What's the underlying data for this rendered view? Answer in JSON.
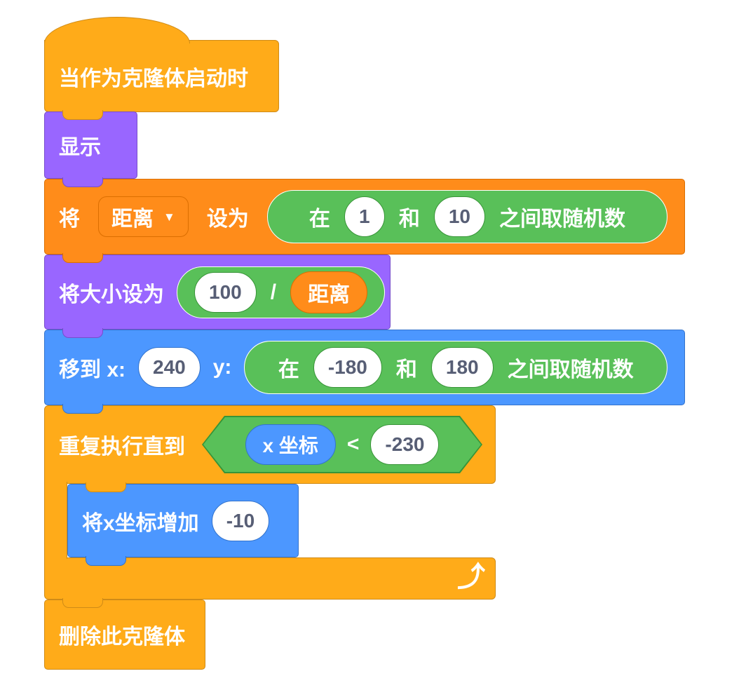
{
  "colors": {
    "control_fill": "#FFAB19",
    "control_stroke": "#CF8B17",
    "looks_fill": "#9966FF",
    "looks_stroke": "#774DCB",
    "variables_fill": "#FF8C1A",
    "variables_stroke": "#DB6E00",
    "motion_fill": "#4C97FF",
    "motion_stroke": "#3373CC",
    "operators_fill": "#59C059",
    "operators_stroke": "#389438",
    "input_text": "#575E75"
  },
  "hat": {
    "label": "当作为克隆体启动时"
  },
  "show": {
    "label": "显示"
  },
  "set_variable": {
    "word_set": "将",
    "dropdown_value": "距离",
    "dropdown_arrow": "▼",
    "word_to": "设为",
    "random": {
      "word_between": "在",
      "min": "1",
      "word_and": "和",
      "max": "10",
      "word_suffix": "之间取随机数"
    }
  },
  "set_size": {
    "label": "将大小设为",
    "numerator": "100",
    "divide": "/",
    "variable": "距离"
  },
  "go_to": {
    "label_move_x": "移到 x:",
    "x": "240",
    "label_y": "y:",
    "random": {
      "word_between": "在",
      "min": "-180",
      "word_and": "和",
      "max": "180",
      "word_suffix": "之间取随机数"
    }
  },
  "repeat_until": {
    "label": "重复执行直到",
    "reporter": "x 坐标",
    "operator": "<",
    "value": "-230",
    "loop_arrow": "⤴"
  },
  "change_x": {
    "label": "将x坐标增加",
    "value": "-10"
  },
  "delete_clone": {
    "label": "删除此克隆体"
  }
}
